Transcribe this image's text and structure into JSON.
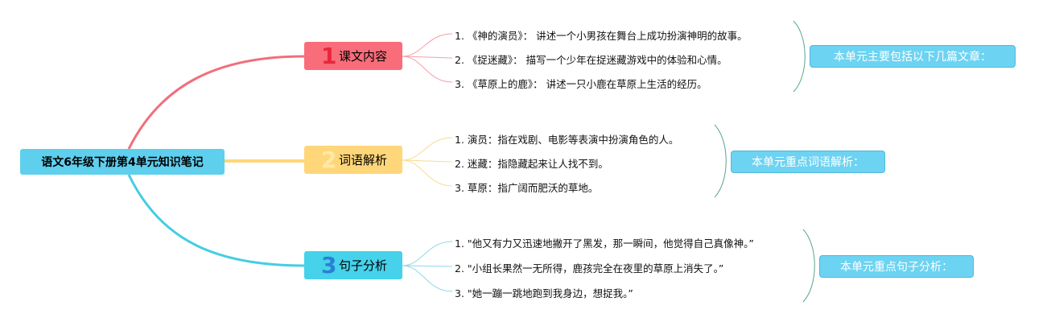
{
  "root": {
    "label": "语文6年级下册第4单元知识笔记"
  },
  "branches": [
    {
      "number": "1",
      "label": "课文内容",
      "color": "#f96d7a",
      "items": [
        "1. 《神的演员》： 讲述一个小男孩在舞台上成功扮演神明的故事。",
        "2. 《捉迷藏》： 描写一个少年在捉迷藏游戏中的体验和心情。",
        "3. 《草原上的鹿》： 讲述一只小鹿在草原上生活的经历。"
      ],
      "summary": "本单元主要包括以下几篇文章："
    },
    {
      "number": "2",
      "label": "词语解析",
      "color": "#ffd77a",
      "items": [
        "1. 演员：指在戏剧、电影等表演中扮演角色的人。",
        "2. 迷藏：指隐藏起来让人找不到。",
        "3. 草原：指广阔而肥沃的草地。"
      ],
      "summary": "本单元重点词语解析："
    },
    {
      "number": "3",
      "label": "句子分析",
      "color": "#45d2ea",
      "items": [
        "1. \"他又有力又迅速地撇开了黑发，那一瞬间，他觉得自己真像神。”",
        "2. \"小组长果然一无所得，鹿孩完全在夜里的草原上消失了。”",
        "3. \"她一蹦一跳地跑到我身边，想捉我。”"
      ],
      "summary": "本单元重点句子分析："
    }
  ]
}
